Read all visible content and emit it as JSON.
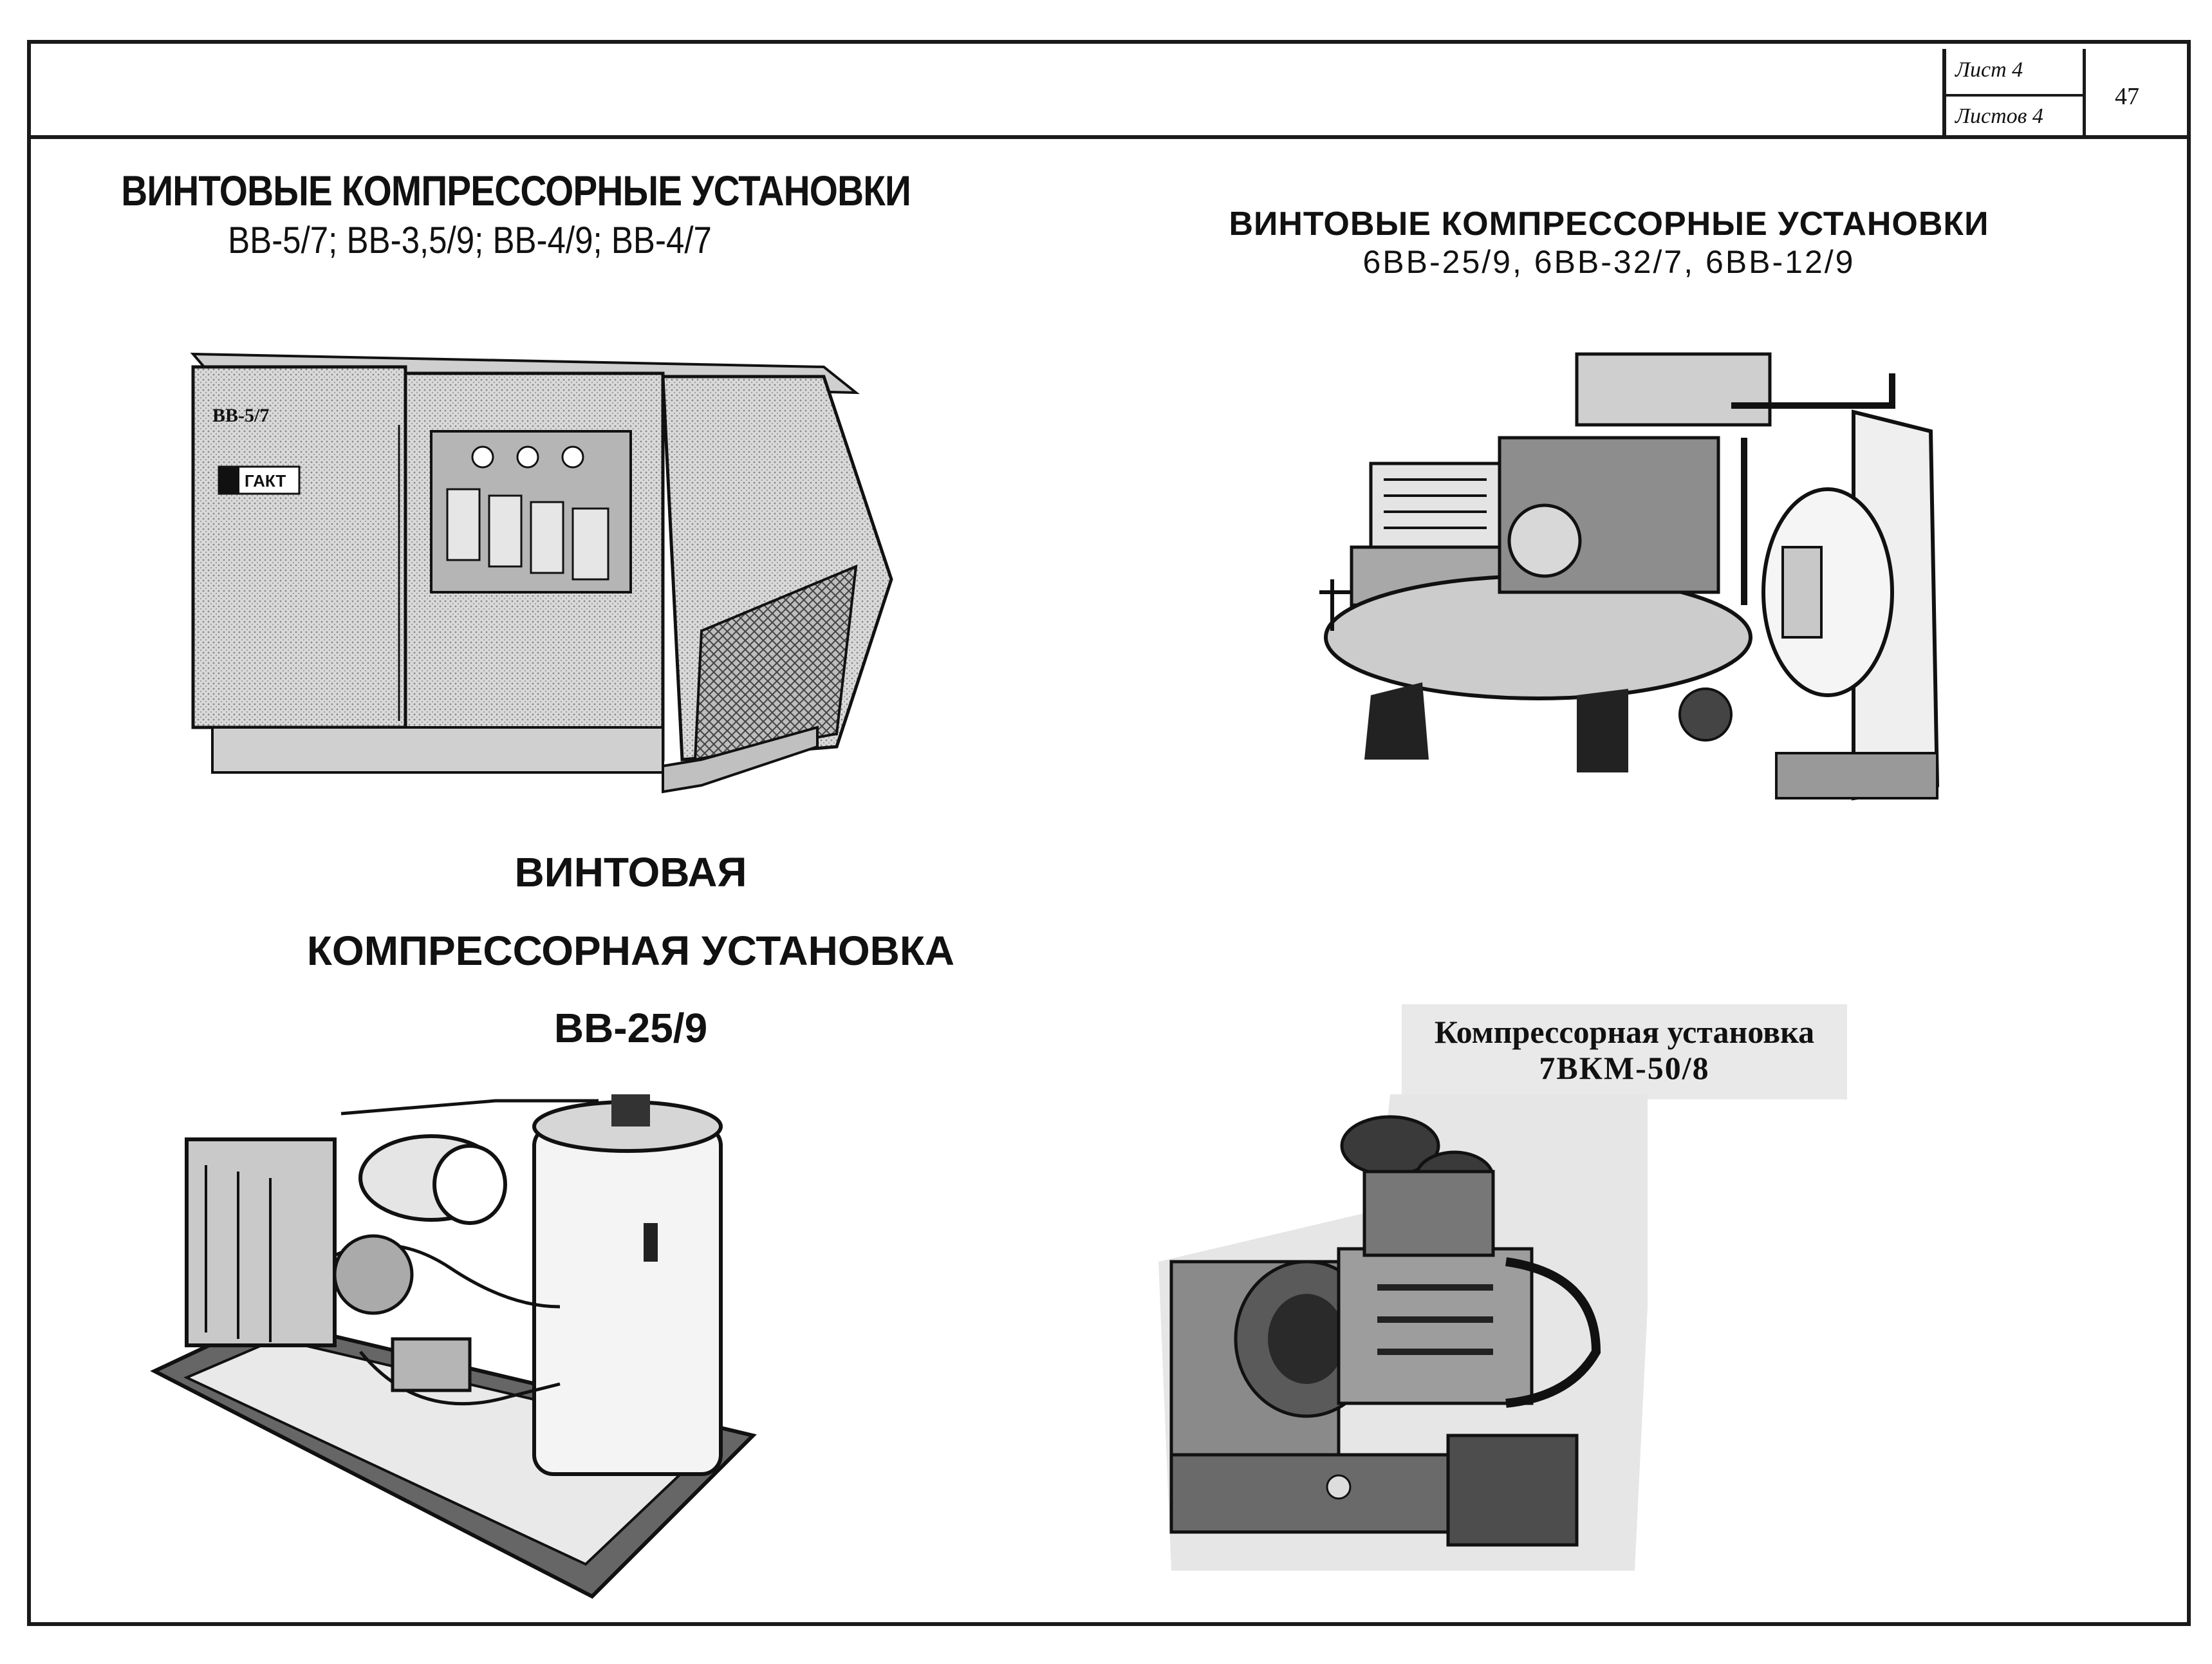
{
  "stamp": {
    "sheet_label": "Лист 4",
    "sheets_label": "Листов 4",
    "page_number": "47"
  },
  "top_left": {
    "title": "ВИНТОВЫЕ КОМПРЕССОРНЫЕ УСТАНОВКИ",
    "models": "ВВ-5/7; ВВ-3,5/9; ВВ-4/9; ВВ-4/7",
    "panel_text": "ВВ-5/7",
    "brand_text": "ГАКТ"
  },
  "top_right": {
    "title": "ВИНТОВЫЕ КОМПРЕССОРНЫЕ УСТАНОВКИ",
    "models": "6ВВ-25/9, 6ВВ-32/7, 6ВВ-12/9"
  },
  "bottom_left": {
    "line1": "ВИНТОВАЯ",
    "line2": "КОМПРЕССОРНАЯ  УСТАНОВКА",
    "line3": "ВВ-25/9"
  },
  "bottom_right": {
    "line1": "Компрессорная установка",
    "line2": "7ВКМ-50/8"
  }
}
